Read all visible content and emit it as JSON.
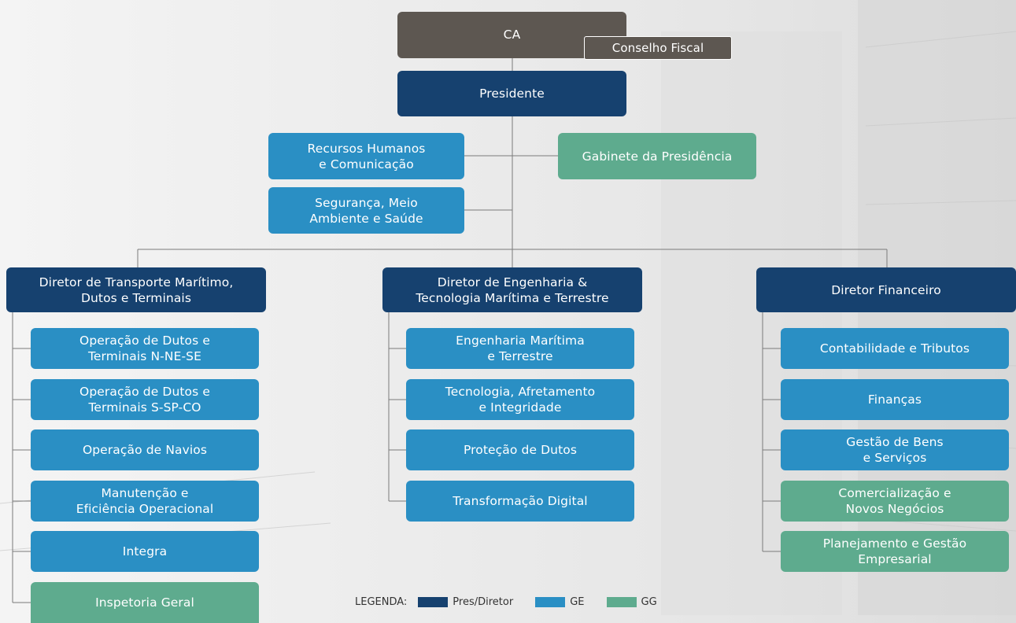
{
  "top": {
    "ca": "CA",
    "conselho_fiscal": "Conselho Fiscal",
    "presidente": "Presidente"
  },
  "staff": {
    "rh": "Recursos Humanos\ne Comunicação",
    "gabinete": "Gabinete da Presidência",
    "sms": "Segurança, Meio\nAmbiente e Saúde"
  },
  "directors": [
    {
      "title": "Diretor de Transporte Marítimo,\nDutos e Terminais",
      "units": [
        {
          "label": "Operação de Dutos e\nTerminais N-NE-SE",
          "kind": "GE"
        },
        {
          "label": "Operação de Dutos e\nTerminais S-SP-CO",
          "kind": "GE"
        },
        {
          "label": "Operação de Navios",
          "kind": "GE"
        },
        {
          "label": "Manutenção e\nEficiência Operacional",
          "kind": "GE"
        },
        {
          "label": "Integra",
          "kind": "GE"
        },
        {
          "label": "Inspetoria Geral",
          "kind": "GG"
        }
      ]
    },
    {
      "title": "Diretor de Engenharia &\nTecnologia Marítima e Terrestre",
      "units": [
        {
          "label": "Engenharia Marítima\ne Terrestre",
          "kind": "GE"
        },
        {
          "label": "Tecnologia, Afretamento\ne Integridade",
          "kind": "GE"
        },
        {
          "label": "Proteção de Dutos",
          "kind": "GE"
        },
        {
          "label": "Transformação Digital",
          "kind": "GE"
        }
      ]
    },
    {
      "title": "Diretor Financeiro",
      "units": [
        {
          "label": "Contabilidade e Tributos",
          "kind": "GE"
        },
        {
          "label": "Finanças",
          "kind": "GE"
        },
        {
          "label": "Gestão de Bens\ne Serviços",
          "kind": "GE"
        },
        {
          "label": "Comercialização e\nNovos Negócios",
          "kind": "GG"
        },
        {
          "label": "Planejamento e Gestão\nEmpresarial",
          "kind": "GG"
        }
      ]
    }
  ],
  "legend": {
    "title": "LEGENDA:",
    "items": [
      {
        "label": "Pres/Diretor",
        "color": "#16416f"
      },
      {
        "label": "GE",
        "color": "#2a8fc4"
      },
      {
        "label": "GG",
        "color": "#5eab8e"
      }
    ]
  },
  "colors": {
    "ca": "#5d5751",
    "director": "#16416f",
    "ge": "#2a8fc4",
    "gg": "#5eab8e",
    "connector": "#7a7a7a"
  }
}
